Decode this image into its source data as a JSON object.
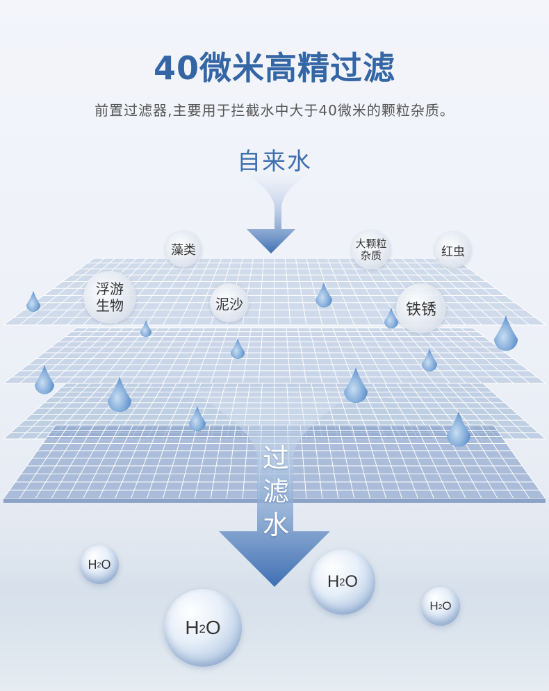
{
  "title": "40微米高精过滤",
  "subtitle": "前置过滤器,主要用于拦截水中大于40微米的颗粒杂质。",
  "tap_water_label": "自来水",
  "filtered_water_label": "过\n滤\n水",
  "impurities": [
    "藻类",
    "浮游\n生物",
    "泥沙",
    "大颗粒\n杂质",
    "红虫",
    "铁锈"
  ],
  "molecule": {
    "h": "H",
    "sub": "2",
    "o": "O"
  },
  "colors": {
    "title": "#3465a4",
    "accent": "#3f6fb0",
    "grid": "#ffffff",
    "drop": "#6a9bd0"
  }
}
